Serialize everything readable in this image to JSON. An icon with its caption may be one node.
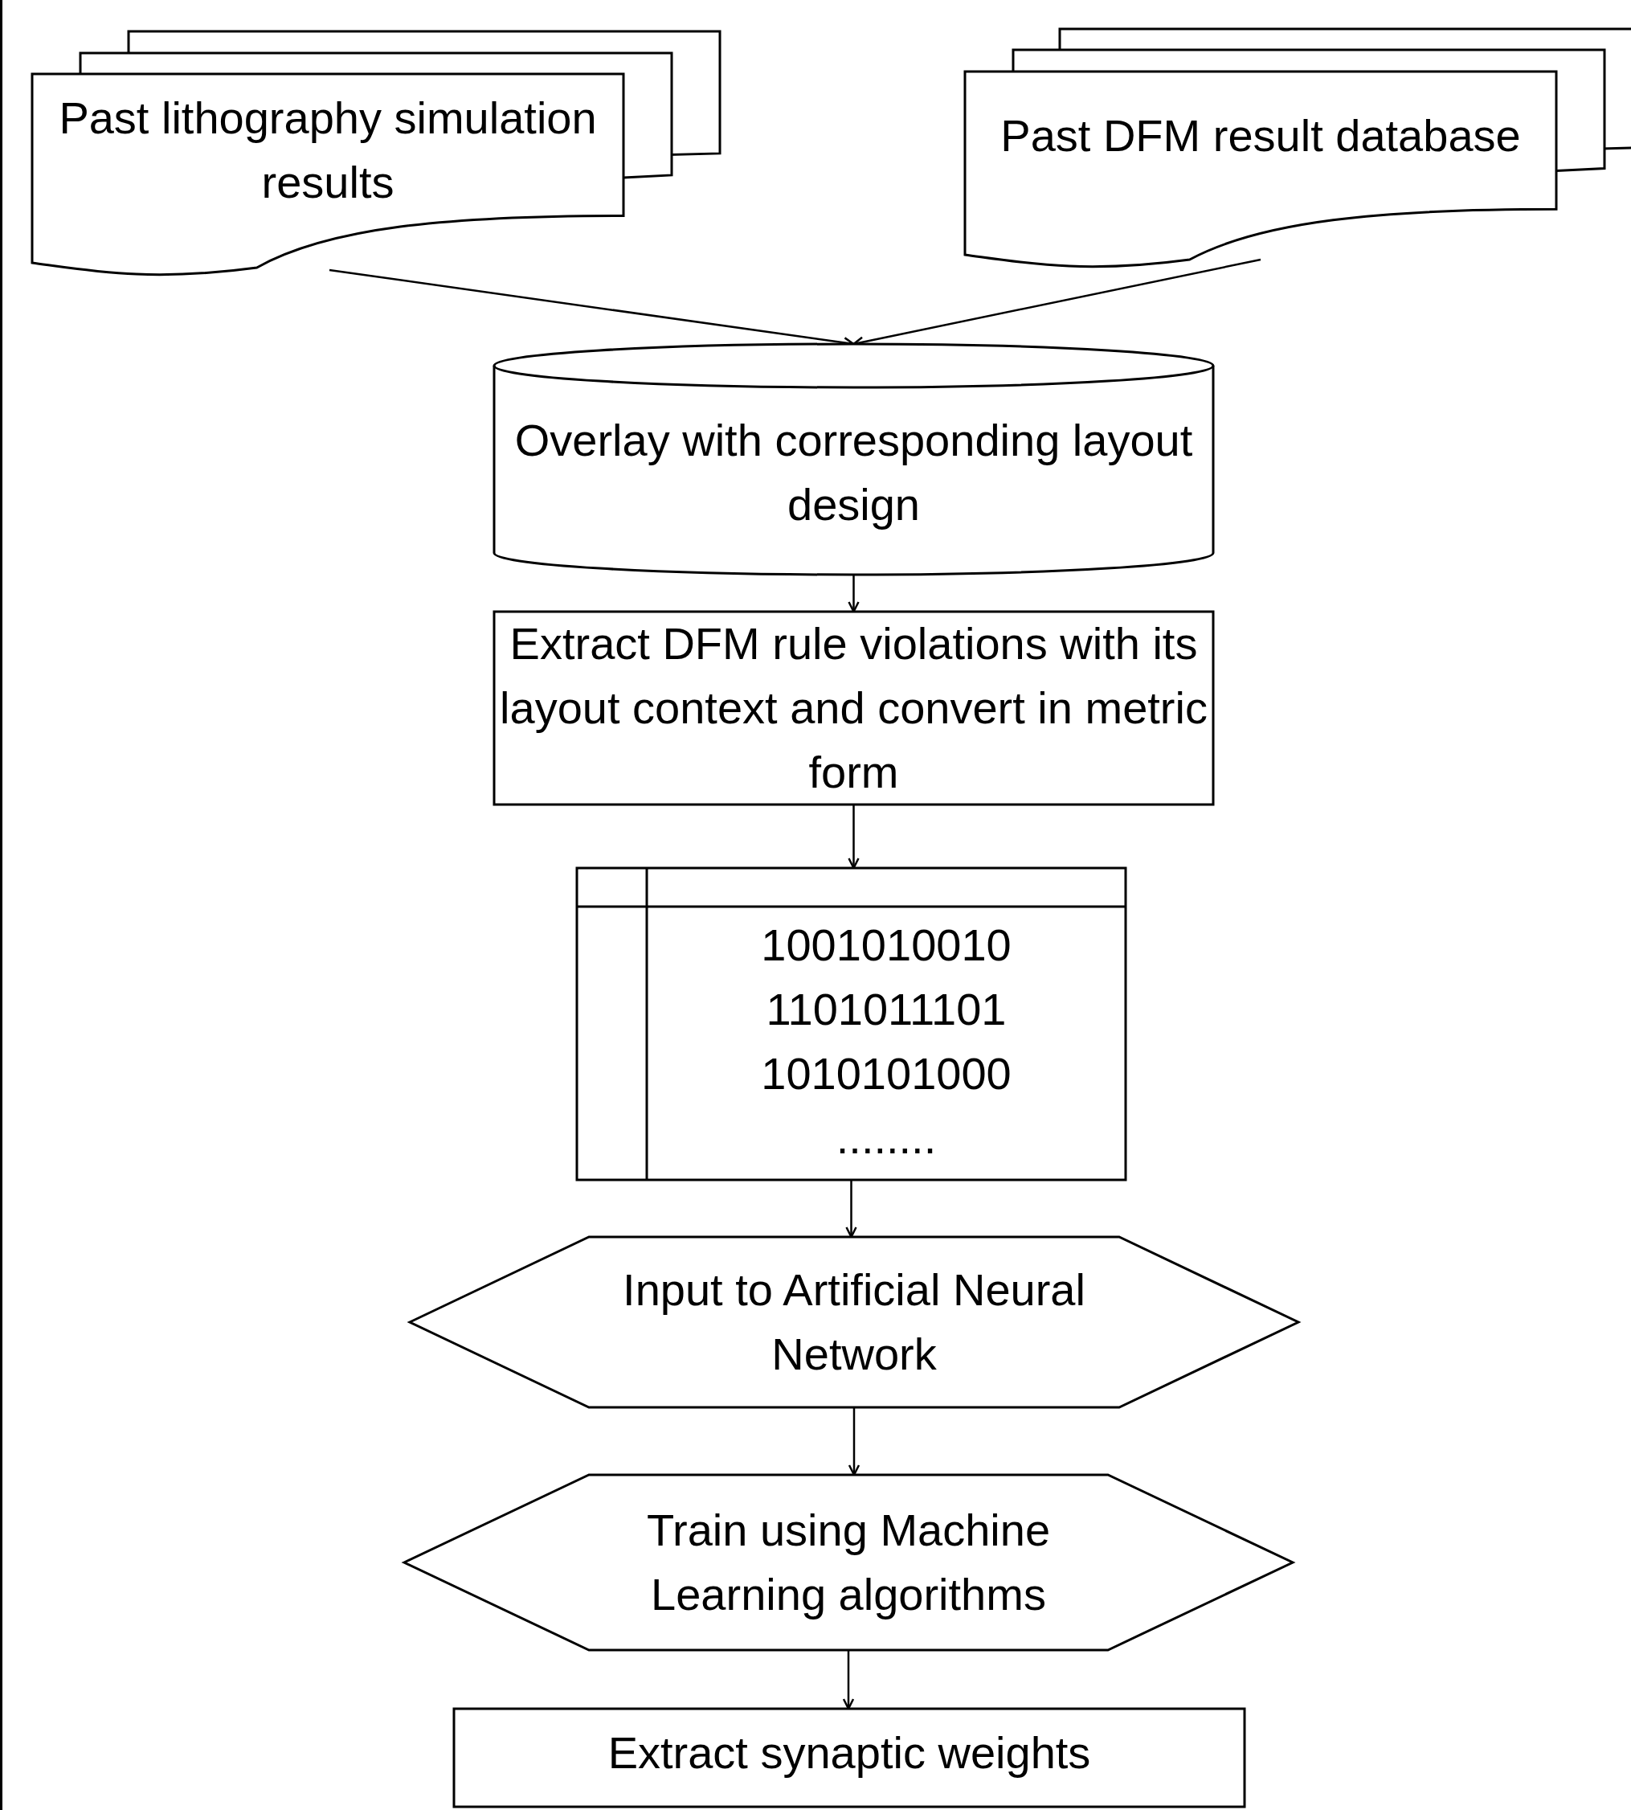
{
  "diagram": {
    "nodes": [
      {
        "text": [
          "Past lithography simulation results"
        ]
      },
      {
        "text": [
          "Past DFM result database"
        ]
      },
      {
        "text": [
          "Overlay with corresponding layout design"
        ]
      },
      {
        "text": [
          "Extract DFM rule violations with its layout context and convert in metric form"
        ]
      },
      {
        "text": [
          "1001010010",
          "1101011101",
          "1010101000",
          "........"
        ]
      },
      {
        "text": [
          "Input to Artificial Neural Network"
        ]
      },
      {
        "text": [
          "Train using Machine Learning algorithms"
        ]
      },
      {
        "text": [
          "Extract synaptic weights"
        ]
      }
    ],
    "edges": [
      {
        "from": 0,
        "to": 2,
        "arrow": "to"
      },
      {
        "from": 1,
        "to": 2,
        "arrow": "to"
      },
      {
        "from": 2,
        "to": 3,
        "arrow": "to"
      },
      {
        "from": 3,
        "to": 4,
        "arrow": "to"
      },
      {
        "from": 4,
        "to": 5,
        "arrow": "to"
      },
      {
        "from": 5,
        "to": 6,
        "arrow": "to"
      },
      {
        "from": 6,
        "to": 7,
        "arrow": "to"
      }
    ]
  }
}
